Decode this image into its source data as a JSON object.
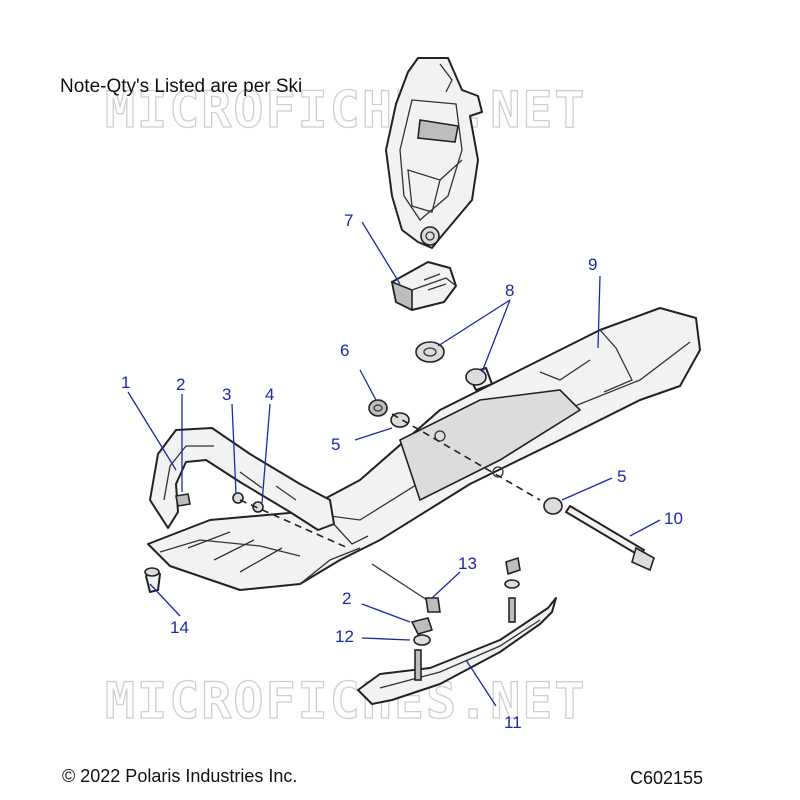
{
  "header": {
    "note": "Note-Qty's Listed are per Ski"
  },
  "watermark": {
    "text": "MICROFICHES.NET"
  },
  "footer": {
    "copyright": "© 2022 Polaris Industries Inc.",
    "code": "C602155"
  },
  "callouts": [
    "1",
    "2",
    "3",
    "4",
    "5",
    "6",
    "7",
    "8",
    "9",
    "10",
    "11",
    "12",
    "13",
    "14",
    "5",
    "2"
  ],
  "colors": {
    "callout": "#1a2aa8",
    "line_art": "#222222",
    "watermark": "#cfcfcf"
  }
}
